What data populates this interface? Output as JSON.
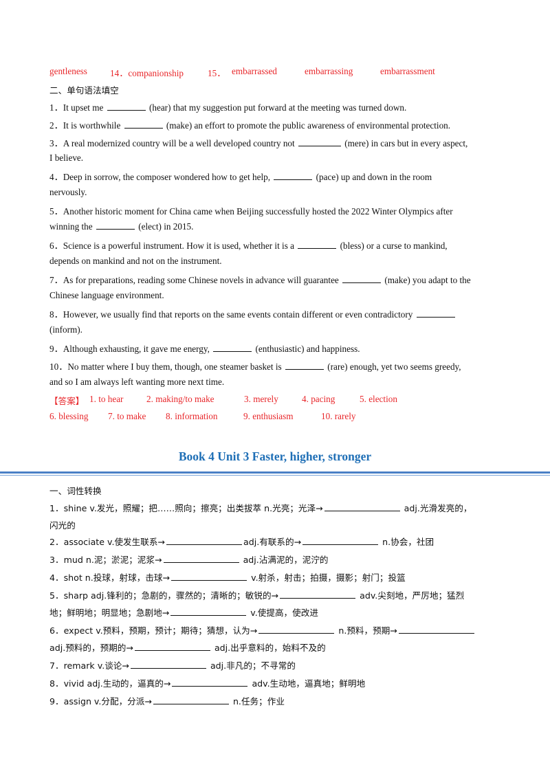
{
  "prev_answers_row": [
    "gentleness",
    "14．companionship",
    "15．",
    "embarrassed",
    "embarrassing",
    "embarrassment"
  ],
  "section2": {
    "heading": "二、单句语法填空",
    "items": [
      {
        "a": "1．It upset me",
        "b": "(hear) that my suggestion put forward at the meeting was turned down."
      },
      {
        "a": "2．It is worthwhile",
        "b": "(make) an effort to promote the public awareness of environmental protection."
      },
      {
        "a": "3．A real modernized country will be a well  developed country not",
        "b": "(mere) in cars but in every aspect,",
        "c": "I believe."
      },
      {
        "a": "4．Deep in sorrow, the composer wondered how to get help,",
        "b": "(pace) up and down in the room",
        "c": "nervously."
      },
      {
        "a": "5．Another historic moment for China came when Beijing successfully hosted the 2022 Winter Olympics after",
        "c1": "winning the",
        "c2": "(elect) in 2015."
      },
      {
        "a": "6．Science is a powerful instrument. How it is used, whether it is a",
        "b": "(bless) or a curse to mankind,",
        "c": "depends on mankind and not on the instrument."
      },
      {
        "a": "7．As for preparations, reading some Chinese novels in advance will guarantee",
        "b": "(make) you adapt to the",
        "c": "Chinese language environment."
      },
      {
        "a": "8．However, we usually find that reports on the same events contain different or even contradictory",
        "c": "(inform)."
      },
      {
        "a": "9．Although exhausting, it gave me energy,",
        "b": "(enthusiastic) and happiness."
      },
      {
        "a": "10．No matter where I buy them, though, one steamer basket is",
        "b": "(rare) enough, yet two seems greedy,",
        "c": "and so I am always left wanting more next time."
      }
    ],
    "answer_label": "【答案】",
    "answers_row1": [
      "1. to hear",
      "2. making/to make",
      "3. merely",
      "4. pacing",
      "5. election"
    ],
    "answers_row2": [
      "6. blessing",
      "7. to make",
      "8. information",
      "9. enthusiasm",
      "10. rarely"
    ]
  },
  "unit_title": "Book  4  Unit 3 Faster, higher, stronger",
  "section1": {
    "heading": "一、词性转换",
    "items": [
      {
        "a": "1．shine v.发光，照耀；把……照向；擦亮；出类拔萃 n.光亮；光泽→",
        "b": "adj.光滑发亮的，",
        "c": "闪光的"
      },
      {
        "a": "2．associate v.使发生联系→",
        "b": "adj.有联系的→",
        "c": "n.协会，社团"
      },
      {
        "a": "3．mud n.泥；淤泥；泥浆→",
        "b": "adj.沾满泥的，泥泞的"
      },
      {
        "a": "4．shot n.投球，射球，击球→",
        "b": "v.射杀，射击；拍摄，摄影；射门；投篮"
      },
      {
        "a": "5．sharp adj.锋利的；急剧的，骤然的；清晰的；敏锐的→",
        "b": "adv.尖刻地，严厉地；猛烈",
        "c": "地；鲜明地；明显地；急剧地→",
        "d": "v.使提高，使改进"
      },
      {
        "a": "6．expect v.预料，预期，预计；期待；猜想，认为→",
        "b": "n.预料，预期→",
        "c": "adj.预料的，预期的→",
        "d": "adj.出乎意料的，始料不及的"
      },
      {
        "a": "7．remark v.谈论→",
        "b": "adj.非凡的；不寻常的"
      },
      {
        "a": "8．vivid adj.生动的，逼真的→",
        "b": "adv.生动地，逼真地；鲜明地"
      },
      {
        "a": "9．assign v.分配，分派→",
        "b": "n.任务；作业"
      }
    ]
  }
}
